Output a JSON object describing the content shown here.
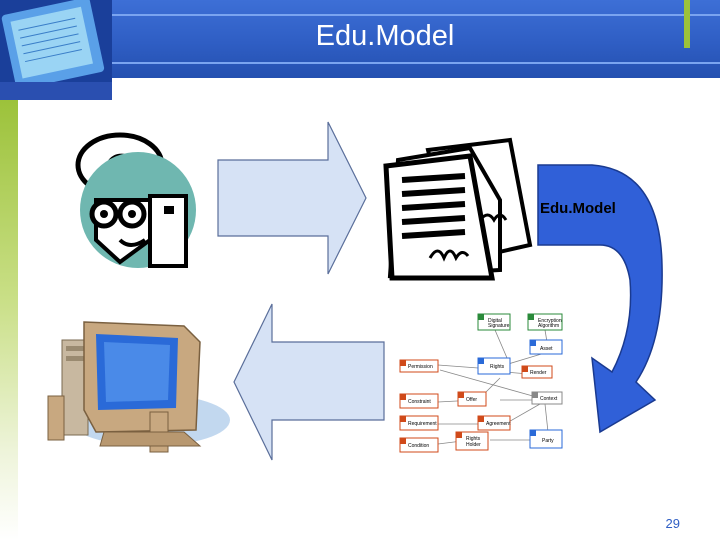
{
  "slide": {
    "title": "Edu.Model",
    "curve_label": "Edu.Model",
    "page_number": "29"
  },
  "diagram": {
    "nodes": [
      "Digital Signature",
      "Encryption Algorithm",
      "Asset",
      "Rights",
      "Permission",
      "Render",
      "Context",
      "Constraint",
      "Offer",
      "Requirement",
      "Agreement",
      "Party",
      "Condition",
      "Rights Holder"
    ]
  },
  "colors": {
    "header_blue": "#2f5ec4",
    "accent_green": "#9cc23a",
    "arrow_fill": "#d6e2f5",
    "curve_blue": "#3060d8"
  }
}
